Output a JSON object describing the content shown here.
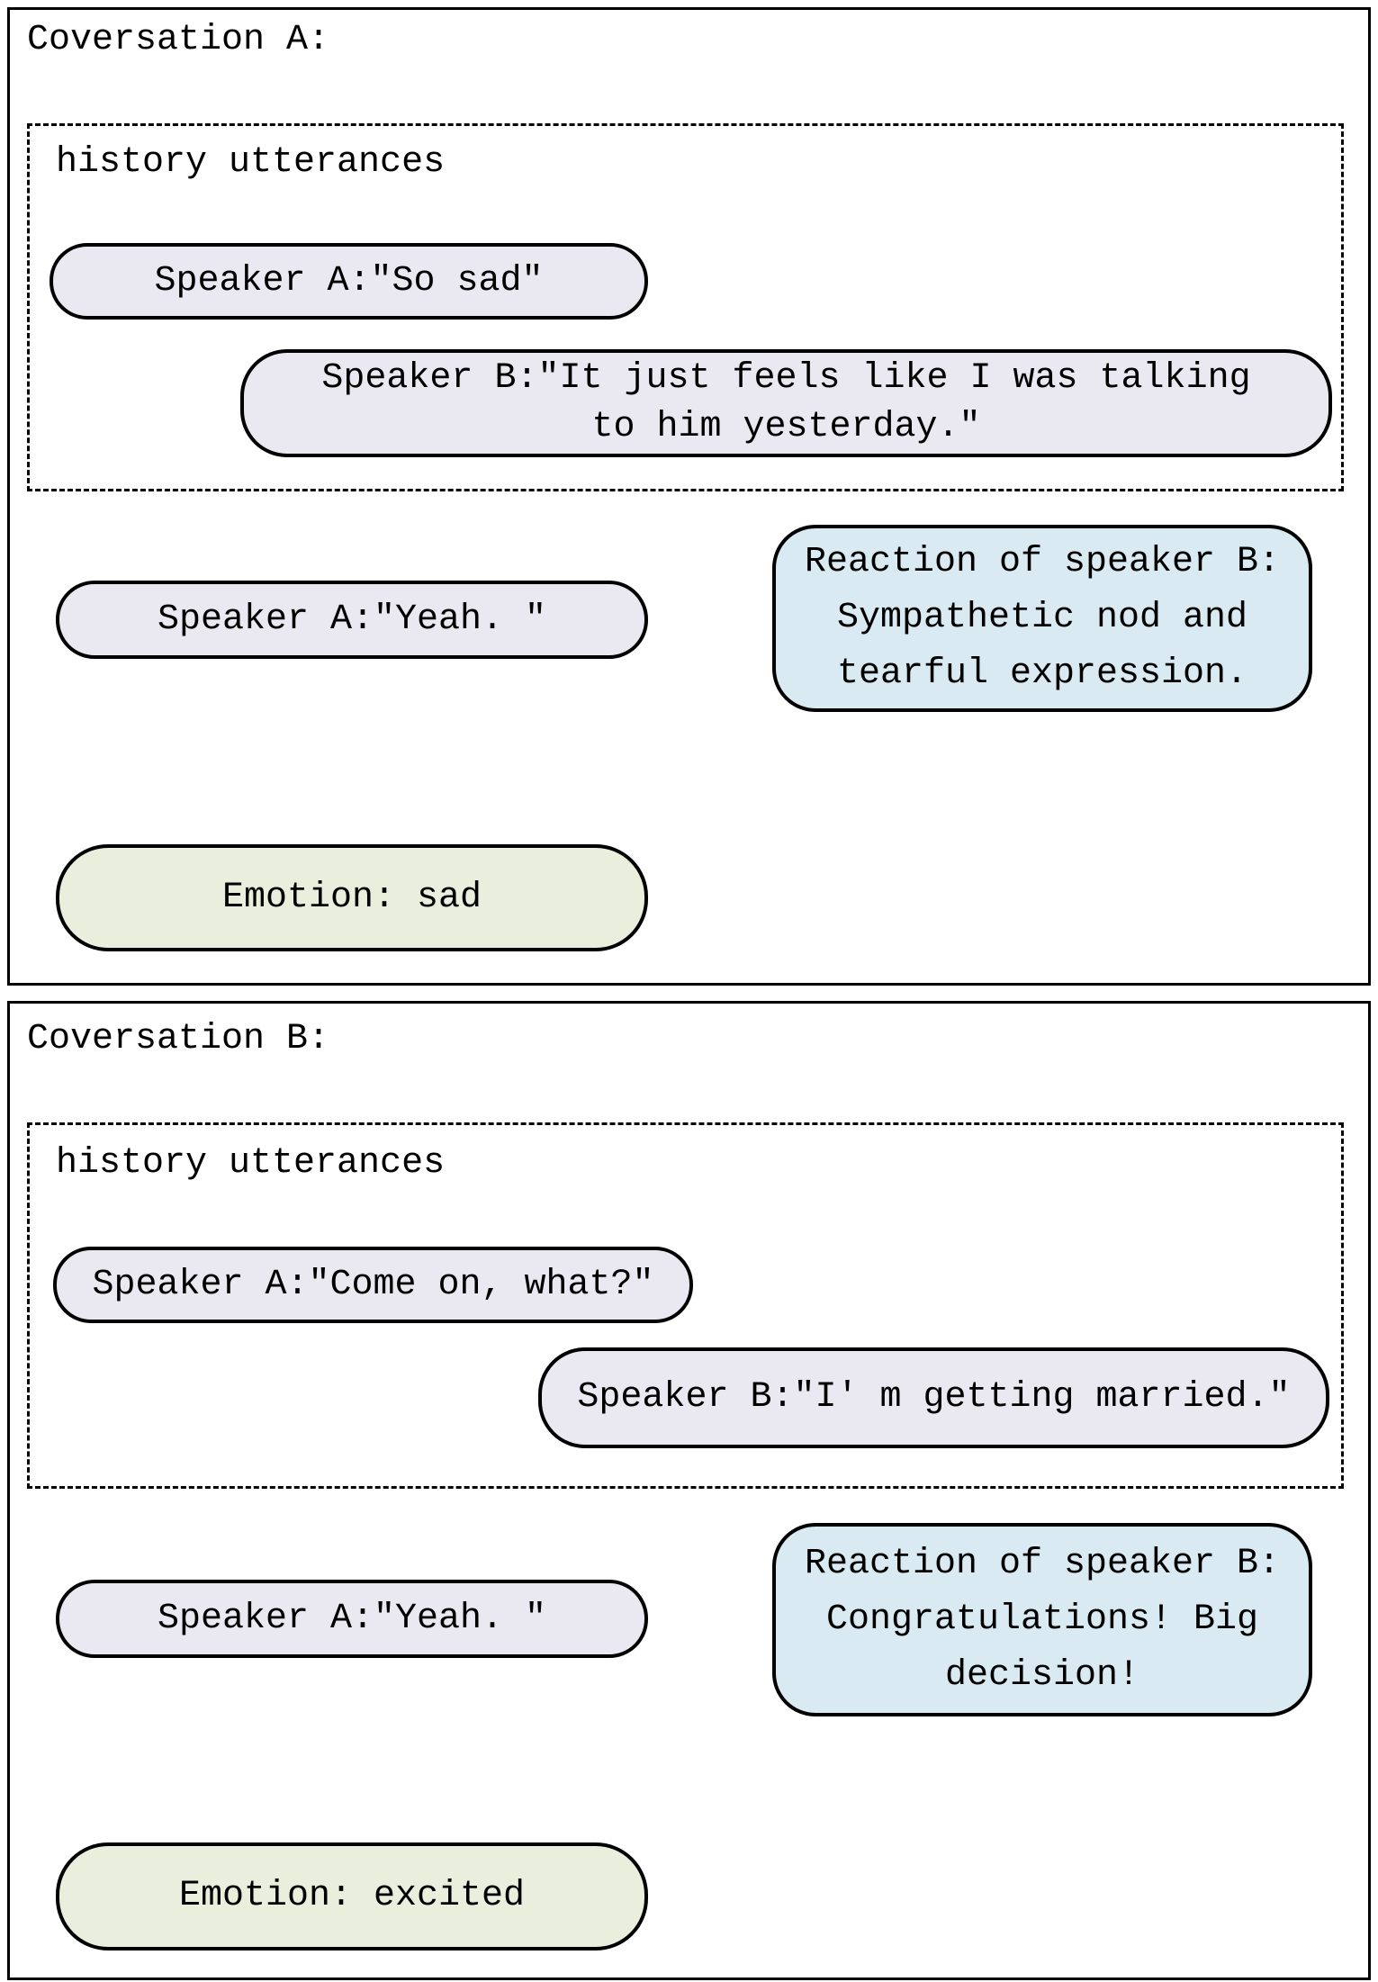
{
  "colors": {
    "speaker-fill": "#eae8f1",
    "reaction-fill": "#d9eaf2",
    "emotion-fill": "#e9efdc",
    "stroke": "#000000",
    "page-bg": "#ffffff"
  },
  "panel_a": {
    "title": "Coversation A:",
    "history_label": "history utterances",
    "utterance1": "Speaker A:″So sad″",
    "utterance2_line1": "Speaker B:″It just feels like I was talking",
    "utterance2_line2": "to him yesterday.″",
    "current_utterance": "Speaker A:″Yeah. ″",
    "reaction_line1": "Reaction of speaker B:",
    "reaction_line2": "Sympathetic nod and",
    "reaction_line3": "tearful expression.",
    "emotion": "Emotion: sad"
  },
  "panel_b": {
    "title": "Coversation B:",
    "history_label": "history utterances",
    "utterance1": "Speaker A:″Come on, what?″",
    "utterance2": "Speaker B:″I′ m getting married.″",
    "current_utterance": "Speaker A:″Yeah. ″",
    "reaction_line1": "Reaction of speaker B:",
    "reaction_line2": "Congratulations! Big",
    "reaction_line3": "decision!",
    "emotion": "Emotion: excited"
  }
}
